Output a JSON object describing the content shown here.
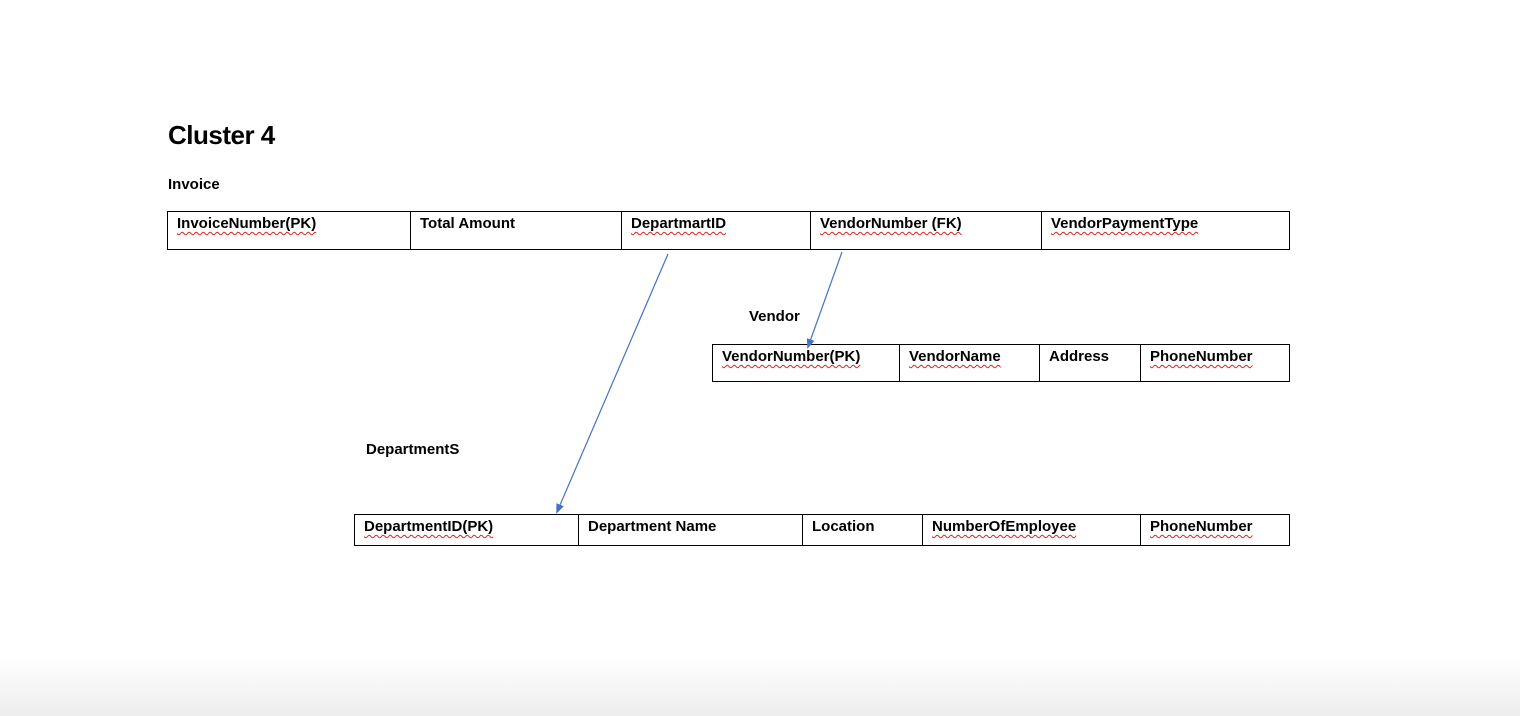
{
  "title": "Cluster 4",
  "invoice": {
    "label": "Invoice",
    "columns": [
      "InvoiceNumber(PK)",
      "Total Amount",
      "DepartmartID",
      "VendorNumber (FK)",
      "VendorPaymentType"
    ]
  },
  "vendor": {
    "label": "Vendor",
    "columns": [
      "VendorNumber(PK)",
      "VendorName",
      "Address",
      "PhoneNumber"
    ]
  },
  "departments": {
    "label": "DepartmentS",
    "columns": [
      "DepartmentID(PK)",
      "Department Name",
      "Location",
      "NumberOfEmployee",
      "PhoneNumber"
    ]
  },
  "colors": {
    "arrow": "#4472c4",
    "spellcheck": "#e02020"
  }
}
